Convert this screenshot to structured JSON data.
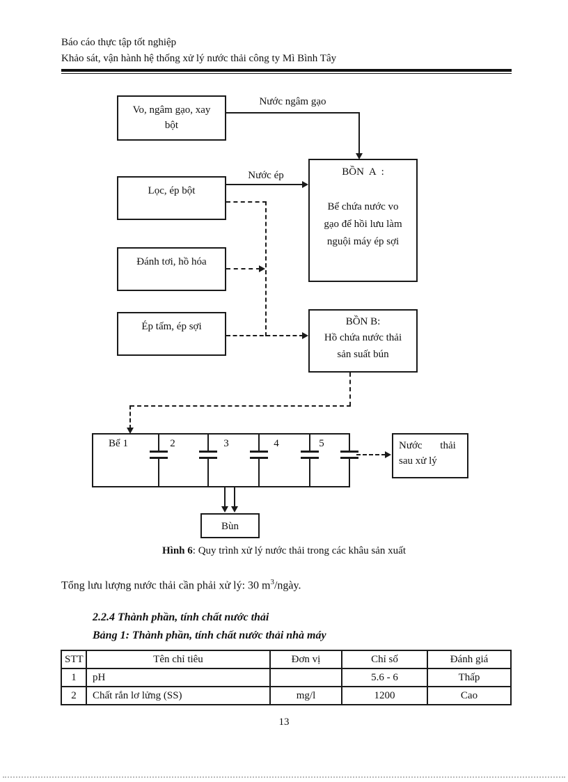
{
  "header": {
    "line1": "Báo cáo thực tập tốt nghiệp",
    "line2": "Khảo sát, vận hành hệ thống xử lý nước thải công ty Mì Bình Tây"
  },
  "diagram": {
    "box_vo": {
      "line1": "Vo, ngâm gạo, xay",
      "line2": "bột"
    },
    "label_nuoc_ngam_gao": "Nước ngâm gạo",
    "label_nuoc_ep": "Nước ép",
    "box_loc": "Lọc, ép bột",
    "box_danh": "Đánh tơi, hồ hóa",
    "box_ep": "Ép tấm, ép sợi",
    "bon_a": {
      "title": "BỒN  A :",
      "line1": "Bể chứa nước vo",
      "line2": "gạo để hồi lưu làm",
      "line3": "nguội máy ép sợi"
    },
    "bon_b": {
      "title": "BỒN B:",
      "line1": "Hồ chứa nước thải",
      "line2": "sản suất bún"
    },
    "tank_labels": [
      "Bể 1",
      "2",
      "3",
      "4",
      "5"
    ],
    "box_nuoc_thai": {
      "line1": "Nước thải",
      "line2": "sau xử lý"
    },
    "box_bun": "Bùn",
    "caption_bold": "Hình 6",
    "caption_rest": ": Quy trình xử lý nước thải trong các khâu sản xuất"
  },
  "body": {
    "flow_prefix": "Tổng lưu lượng nước thải cần phải xử lý: 30 m",
    "flow_sup": "3",
    "flow_suffix": "/ngày.",
    "section_heading": "2.2.4 Thành phần, tính chất nước thải",
    "table_title": "Bảng 1: Thành phần, tính chất nước thải nhà máy"
  },
  "table": {
    "headers": [
      "STT",
      "Tên chỉ tiêu",
      "Đơn vị",
      "Chỉ số",
      "Đánh giá"
    ],
    "rows": [
      [
        "1",
        "pH",
        "",
        "5.6 - 6",
        "Thấp"
      ],
      [
        "2",
        "Chất rắn lơ lửng (SS)",
        "mg/l",
        "1200",
        "Cao"
      ]
    ]
  },
  "footer": {
    "page_number": "13"
  }
}
